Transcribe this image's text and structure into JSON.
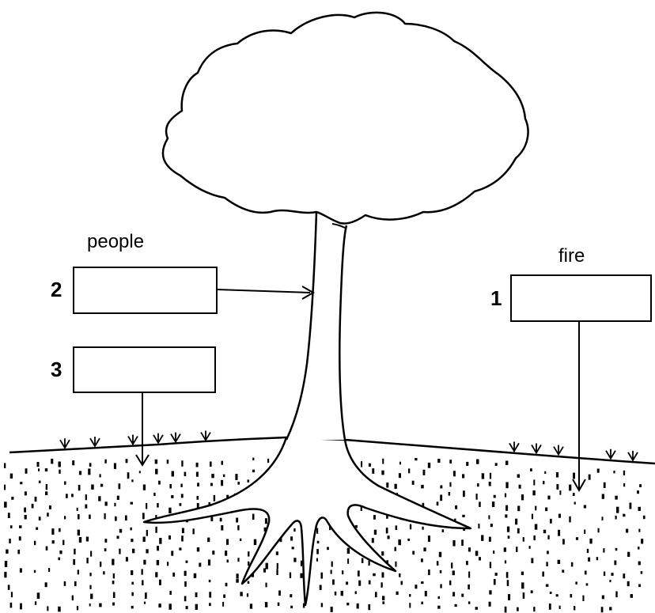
{
  "labels": {
    "people": "people",
    "fire": "fire"
  },
  "boxes": [
    {
      "number": "1",
      "group": "fire",
      "arrow_target": "soil",
      "answer": ""
    },
    {
      "number": "2",
      "group": "people",
      "arrow_target": "trunk",
      "answer": ""
    },
    {
      "number": "3",
      "group": "people",
      "arrow_target": "soil",
      "answer": ""
    }
  ],
  "colors": {
    "ink": "#000000",
    "paper": "#ffffff"
  }
}
